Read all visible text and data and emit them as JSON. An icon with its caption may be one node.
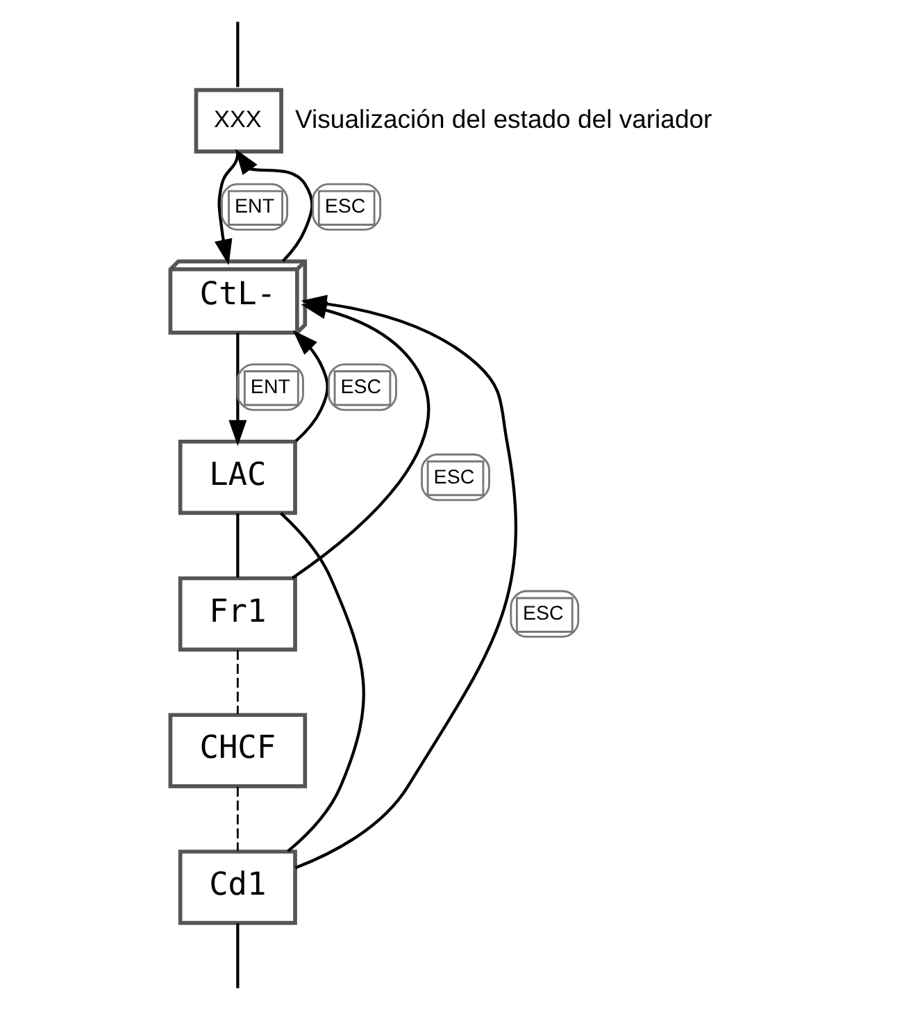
{
  "diagram": {
    "nodes": [
      {
        "text": [
          "XXX"
        ],
        "beside": [
          "Visualización del estado del variador"
        ]
      },
      {
        "text": [
          "CtL-"
        ]
      },
      {
        "text": [
          "LAC"
        ]
      },
      {
        "text": [
          "Fr1"
        ]
      },
      {
        "text": [
          "CHCF"
        ]
      },
      {
        "text": [
          "Cd1"
        ]
      }
    ],
    "edges": [
      {
        "from": null,
        "to": 0,
        "arrow": "none"
      },
      {
        "from": 1,
        "to": 0,
        "arrow": "to",
        "label": "ESC"
      },
      {
        "from": 0,
        "to": 1,
        "arrow": "to",
        "label": "ENT"
      },
      {
        "from": 1,
        "to": 2,
        "arrow": "to",
        "label": "ENT"
      },
      {
        "from": 2,
        "to": 1,
        "arrow": "to",
        "label": "ESC"
      },
      {
        "from": 3,
        "to": 1,
        "arrow": "to",
        "label": "ESC"
      },
      {
        "from": 5,
        "to": 1,
        "arrow": "to",
        "label": "ESC"
      },
      {
        "from": 2,
        "to": 3,
        "arrow": "none"
      },
      {
        "from": 3,
        "to": 4,
        "arrow": "none",
        "style": "dashed"
      },
      {
        "from": 4,
        "to": 5,
        "arrow": "none",
        "style": "dashed"
      },
      {
        "from": 5,
        "to": null,
        "arrow": "none"
      },
      {
        "from": 5,
        "to": 2,
        "arrow": "none"
      }
    ]
  }
}
